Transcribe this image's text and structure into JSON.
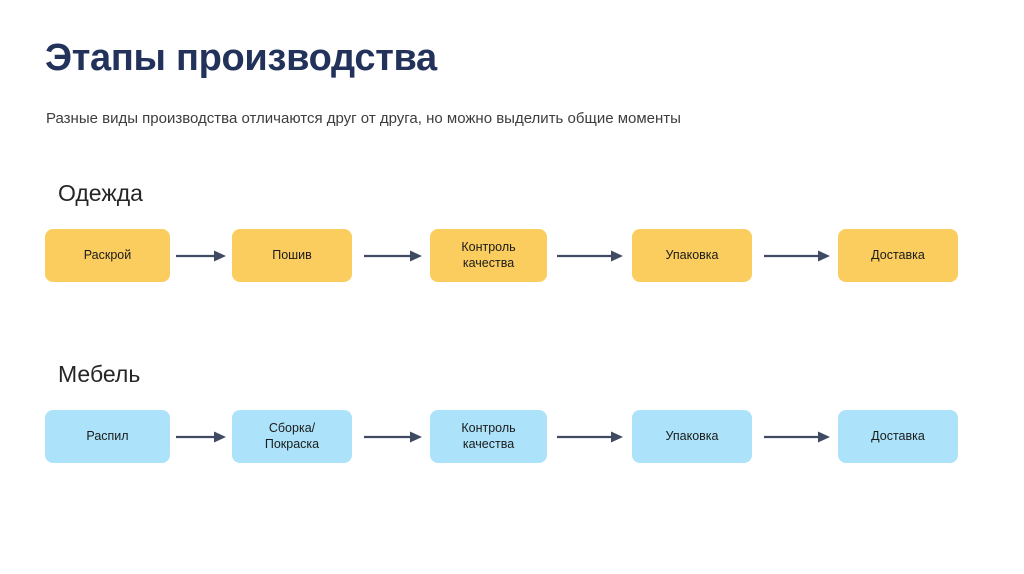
{
  "header": {
    "title": "Этапы производства",
    "subtitle": "Разные виды производства отличаются друг от друга, но можно выделить общие моменты"
  },
  "theme": {
    "background": "#ffffff",
    "title_color": "#23325a",
    "subtitle_color": "#3d3d3d",
    "row_label_color": "#262626",
    "box_text_color": "#1b1b1b",
    "arrow_color": "#3e4b63",
    "clothing_box_color": "#fbcd5e",
    "furniture_box_color": "#ace3fa"
  },
  "flows": [
    {
      "label": "Одежда",
      "accent": "#fbcd5e",
      "steps": [
        "Раскрой",
        "Пошив",
        "Контроль\nкачества",
        "Упаковка",
        "Доставка"
      ],
      "connectors": [
        "arrow-right",
        "arrow-right",
        "arrow-right",
        "arrow-right"
      ]
    },
    {
      "label": "Мебель",
      "accent": "#ace3fa",
      "steps": [
        "Распил",
        "Сборка/\nПокраска",
        "Контроль\nкачества",
        "Упаковка",
        "Доставка"
      ],
      "connectors": [
        "arrow-right",
        "arrow-right",
        "arrow-right",
        "arrow-right"
      ]
    }
  ]
}
